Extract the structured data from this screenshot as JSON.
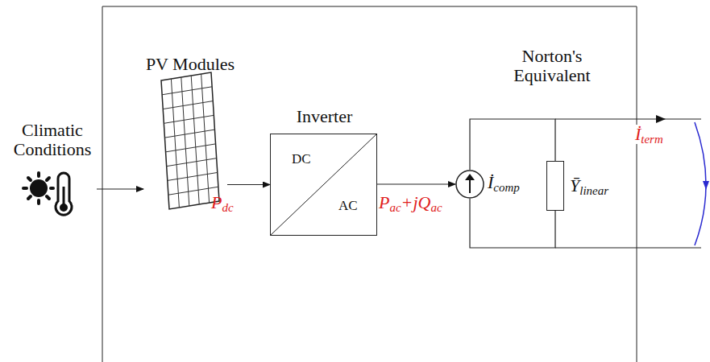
{
  "diagram": {
    "nodes": [
      {
        "text": [
          "Climatic Conditions"
        ]
      },
      {
        "text": [
          "PV Modules"
        ]
      },
      {
        "text": [
          "Inverter",
          "DC",
          "AC"
        ]
      },
      {
        "text": [
          "İcomp"
        ]
      },
      {
        "text": [
          "Ȳlinear"
        ]
      }
    ],
    "edges": [
      {
        "from": 0,
        "to": 1,
        "arrow": "to"
      },
      {
        "from": 1,
        "to": 2,
        "label": "Pdc",
        "arrow": "to"
      },
      {
        "from": 2,
        "to": 3,
        "label": "Pac+jQac",
        "arrow": "to"
      },
      {
        "from": 3,
        "to": 4,
        "arrow": "none"
      },
      {
        "from": 3,
        "to": 4,
        "arrow": "none"
      }
    ],
    "labels": [
      "Norton's Equivalent",
      "İterm"
    ]
  }
}
